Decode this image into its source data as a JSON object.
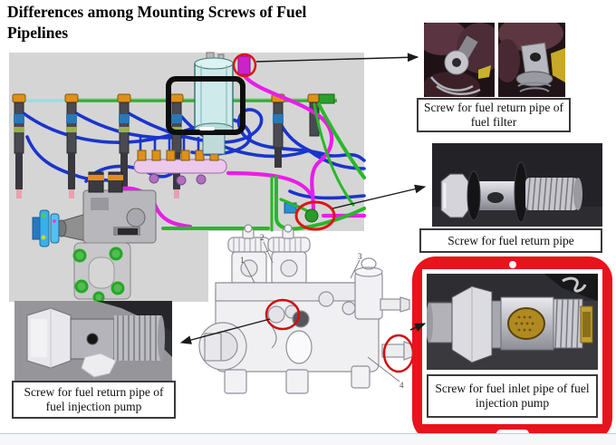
{
  "slide": {
    "title": "Differences among Mounting Screws of Fuel Pipelines"
  },
  "callouts": {
    "fuel_filter_return": {
      "caption": "Screw for fuel return pipe of fuel filter"
    },
    "fuel_return": {
      "caption": "Screw for fuel return pipe"
    },
    "pump_return": {
      "caption": "Screw for fuel return pipe of fuel injection pump"
    },
    "pump_inlet": {
      "caption": "Screw for fuel inlet pipe of fuel injection pump",
      "highlighted": true
    }
  },
  "pump_drawing": {
    "labels": [
      "1",
      "2",
      "3",
      "4"
    ]
  },
  "colors": {
    "highlight_frame_red": "#e8131c",
    "marker_red": "#cc1111",
    "pipe_blue": "#1a35cc",
    "pipe_green": "#28b828",
    "pipe_magenta": "#e81ee8",
    "rail_pink": "#ecc8ec",
    "filter_cyan": "#cfeaea",
    "diagram_bg": "#d5d5d5"
  }
}
